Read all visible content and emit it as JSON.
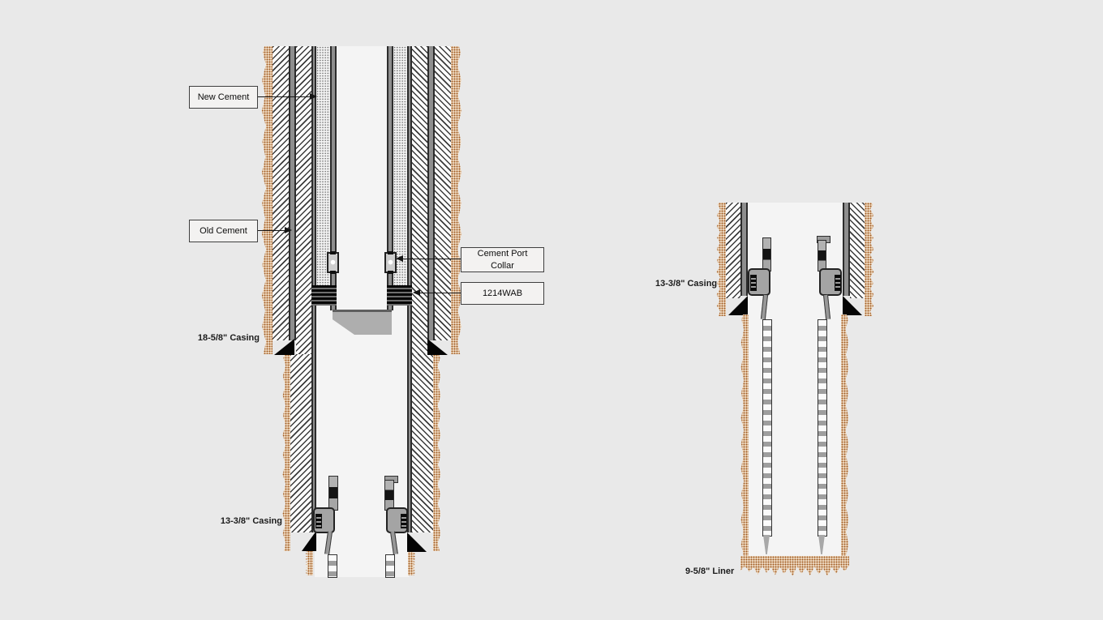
{
  "left": {
    "callouts": {
      "new_cement": "New Cement",
      "old_cement": "Old Cement",
      "cement_port_collar": "Cement Port Collar",
      "tool_1214wab": "1214WAB"
    },
    "labels": {
      "casing_18_58": "18-5/8\" Casing",
      "casing_13_38": "13-3/8\" Casing"
    }
  },
  "right": {
    "labels": {
      "casing_13_38": "13-3/8\" Casing",
      "liner_9_58": "9-5/8\" Liner"
    }
  },
  "colors": {
    "background": "#e9e9e9",
    "formation_dots": "#a05a20",
    "hatch_line": "#3b3b3b",
    "casing_edge": "#2c2c2c",
    "casing_fill": "#8e8e8e",
    "new_cement_stipple": "#707070",
    "shoe": "#050505",
    "hanger_gray": "#a4a4a4",
    "plug_gray": "#aeaeae"
  }
}
